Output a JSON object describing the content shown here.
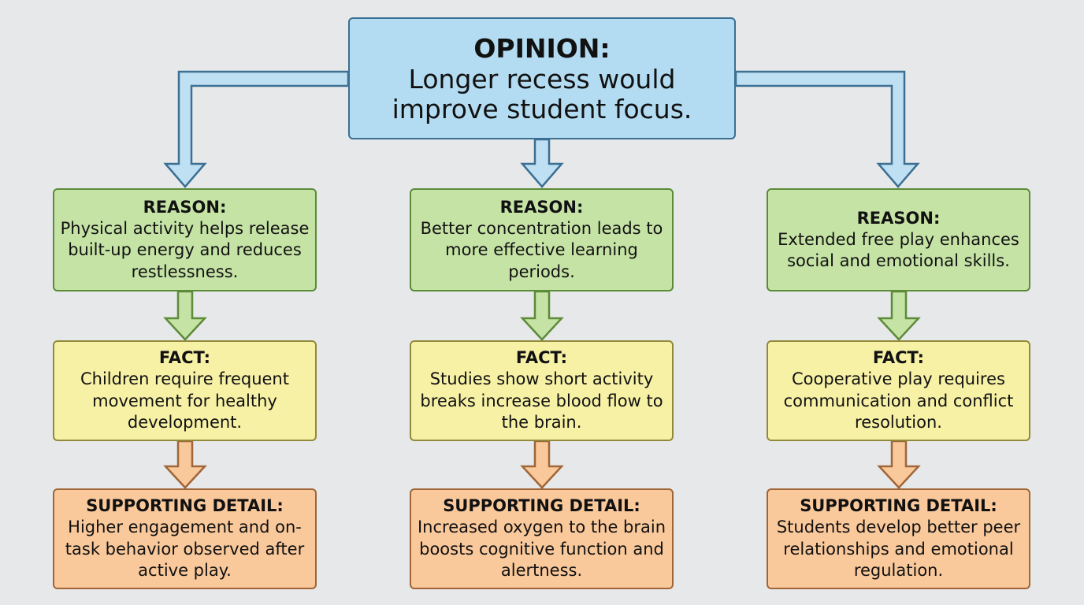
{
  "opinion": {
    "label": "OPINION:",
    "text": "Longer recess would improve student focus."
  },
  "branches": [
    {
      "reason": {
        "label": "REASON:",
        "text": "Physical activity helps release built-up energy and reduces restlessness."
      },
      "fact": {
        "label": "FACT:",
        "text": "Children require frequent movement for healthy development."
      },
      "detail": {
        "label": "SUPPORTING DETAIL:",
        "text": "Higher engagement and on-task behavior observed after active play."
      }
    },
    {
      "reason": {
        "label": "REASON:",
        "text": "Better concentration leads to more effective learning periods."
      },
      "fact": {
        "label": "FACT:",
        "text": "Studies show short activity breaks increase blood flow to the brain."
      },
      "detail": {
        "label": "SUPPORTING DETAIL:",
        "text": "Increased oxygen to the brain boosts cognitive function and alertness."
      }
    },
    {
      "reason": {
        "label": "REASON:",
        "text": "Extended free play enhances social and emotional skills."
      },
      "fact": {
        "label": "FACT:",
        "text": "Cooperative play requires communication and conflict resolution."
      },
      "detail": {
        "label": "SUPPORTING DETAIL:",
        "text": "Students develop better peer relationships and emotional regulation."
      }
    }
  ],
  "colors": {
    "opinion_fill": "#b3dcf2",
    "reason_fill": "#c6e3a6",
    "fact_fill": "#f7f1a6",
    "detail_fill": "#f9c89b"
  }
}
